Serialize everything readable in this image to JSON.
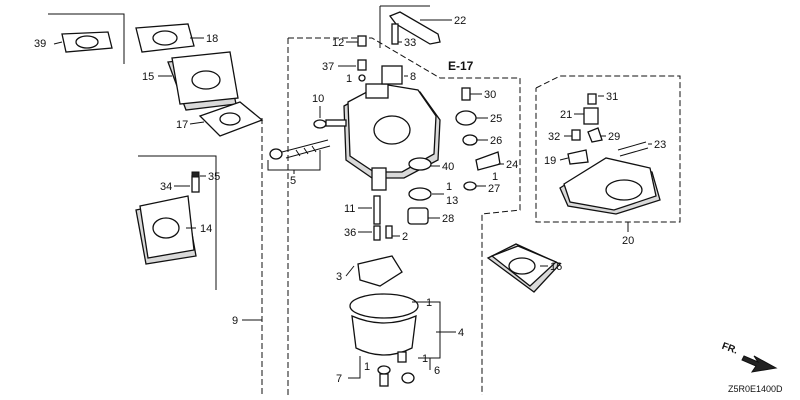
{
  "reference": {
    "section": "E-17"
  },
  "diagram_code": "Z5R0E1400D",
  "direction_indicator": {
    "label": "FR.",
    "icon": "front-arrow-icon"
  },
  "part_labels": [
    {
      "id": "39",
      "text": "39"
    },
    {
      "id": "18",
      "text": "18"
    },
    {
      "id": "15",
      "text": "15"
    },
    {
      "id": "17",
      "text": "17"
    },
    {
      "id": "12",
      "text": "12"
    },
    {
      "id": "37",
      "text": "37"
    },
    {
      "id": "1a",
      "text": "1"
    },
    {
      "id": "8",
      "text": "8"
    },
    {
      "id": "22",
      "text": "22"
    },
    {
      "id": "33",
      "text": "33"
    },
    {
      "id": "10",
      "text": "10"
    },
    {
      "id": "30",
      "text": "30"
    },
    {
      "id": "25",
      "text": "25"
    },
    {
      "id": "26",
      "text": "26"
    },
    {
      "id": "40",
      "text": "40"
    },
    {
      "id": "24",
      "text": "24"
    },
    {
      "id": "1b",
      "text": "1"
    },
    {
      "id": "27",
      "text": "27"
    },
    {
      "id": "1c",
      "text": "1"
    },
    {
      "id": "13",
      "text": "13"
    },
    {
      "id": "5",
      "text": "5"
    },
    {
      "id": "35",
      "text": "35"
    },
    {
      "id": "34",
      "text": "34"
    },
    {
      "id": "14",
      "text": "14"
    },
    {
      "id": "11",
      "text": "11"
    },
    {
      "id": "28",
      "text": "28"
    },
    {
      "id": "36",
      "text": "36"
    },
    {
      "id": "2",
      "text": "2"
    },
    {
      "id": "3",
      "text": "3"
    },
    {
      "id": "16",
      "text": "16"
    },
    {
      "id": "9",
      "text": "9"
    },
    {
      "id": "1d",
      "text": "1"
    },
    {
      "id": "4",
      "text": "4"
    },
    {
      "id": "1e",
      "text": "1"
    },
    {
      "id": "1f",
      "text": "1"
    },
    {
      "id": "7",
      "text": "7"
    },
    {
      "id": "6",
      "text": "6"
    },
    {
      "id": "31",
      "text": "31"
    },
    {
      "id": "21",
      "text": "21"
    },
    {
      "id": "32",
      "text": "32"
    },
    {
      "id": "29",
      "text": "29"
    },
    {
      "id": "23",
      "text": "23"
    },
    {
      "id": "19",
      "text": "19"
    },
    {
      "id": "20",
      "text": "20"
    }
  ]
}
